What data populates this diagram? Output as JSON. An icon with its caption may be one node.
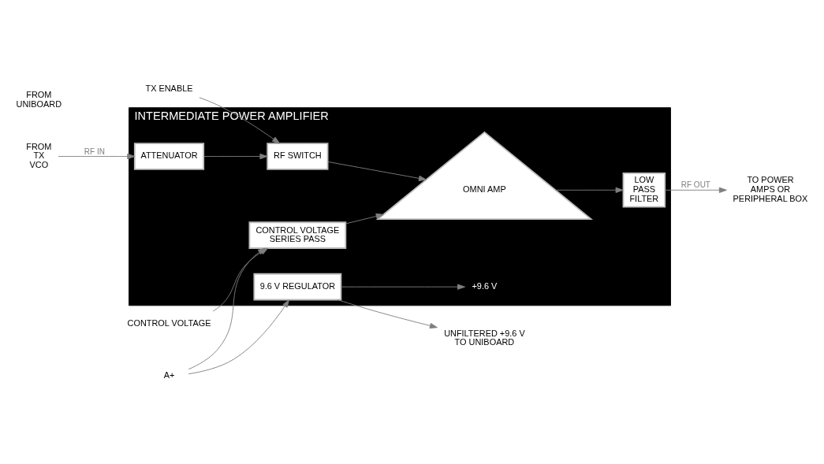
{
  "diagram": {
    "nodes": [
      {
        "text": [
          "INTERMEDIATE POWER AMPLIFIER"
        ]
      },
      {
        "text": [
          "ATTENUATOR"
        ],
        "in": 0
      },
      {
        "text": [
          "RF SWITCH"
        ],
        "in": 0
      },
      {
        "text": [
          "OMNI AMP"
        ],
        "in": 0
      },
      {
        "text": [
          "LOW PASS FILTER"
        ],
        "in": 0
      },
      {
        "text": [
          "CONTROL VOLTAGE SERIES PASS"
        ],
        "in": 0
      },
      {
        "text": [
          "9.6 V REGULATOR"
        ],
        "in": 0
      },
      {
        "text": [
          "FROM TX VCO"
        ]
      },
      {
        "text": [
          "TX ENABLE"
        ]
      },
      {
        "text": [
          "CONTROL VOLTAGE"
        ]
      },
      {
        "text": [
          "A+"
        ]
      },
      {
        "text": [
          "TO POWER AMPS OR PERIPHERAL BOX"
        ]
      },
      {
        "text": [
          "UNFILTERED +9.6 V TO UNIBOARD"
        ]
      },
      {
        "text": [
          "+9.6 V"
        ],
        "in": 0
      }
    ],
    "edges": [
      {
        "from": 7,
        "to": 1,
        "arrow": "to",
        "label": "RF IN"
      },
      {
        "from": 1,
        "to": 2,
        "arrow": "to"
      },
      {
        "from": 2,
        "to": 3,
        "arrow": "to"
      },
      {
        "from": 3,
        "to": 4,
        "arrow": "to"
      },
      {
        "from": 4,
        "to": 11,
        "arrow": "to",
        "label": "RF OUT"
      },
      {
        "from": 8,
        "to": 2,
        "arrow": "to"
      },
      {
        "from": 9,
        "to": 5,
        "arrow": "to"
      },
      {
        "from": 5,
        "to": 3,
        "arrow": "to"
      },
      {
        "from": 10,
        "to": 5,
        "arrow": "to"
      },
      {
        "from": 10,
        "to": 6,
        "arrow": "to"
      },
      {
        "from": 6,
        "to": 12,
        "arrow": "to"
      },
      {
        "from": 6,
        "to": 13,
        "arrow": "to"
      }
    ],
    "labels": [
      "FROM UNIBOARD"
    ]
  }
}
